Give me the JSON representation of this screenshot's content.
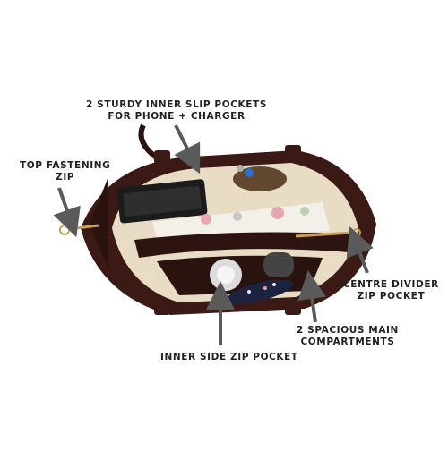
{
  "annotations": {
    "slip_pockets": {
      "line1": "2 STURDY INNER SLIP POCKETS",
      "line2": "FOR PHONE + CHARGER"
    },
    "top_zip": {
      "line1": "TOP FASTENING",
      "line2": "ZIP"
    },
    "centre_divider": {
      "line1": "CENTRE DIVIDER",
      "line2": "ZIP POCKET"
    },
    "main_compartments": {
      "line1": "2 SPACIOUS MAIN",
      "line2": "COMPARTMENTS"
    },
    "side_zip": {
      "line1": "INNER SIDE ZIP POCKET"
    }
  },
  "colors": {
    "bag_leather": "#3b1a16",
    "bag_dark": "#24100d",
    "lining": "#e8dcc4",
    "zip_gold": "#c9a15a",
    "arrow_grey": "#5a5a5a"
  }
}
